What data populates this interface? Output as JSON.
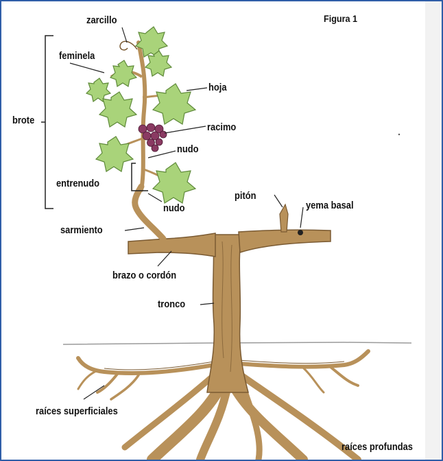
{
  "figure": {
    "title": "Figura 1"
  },
  "labels": {
    "zarcillo": "zarcillo",
    "feminela": "feminela",
    "hoja": "hoja",
    "brote": "brote",
    "racimo": "racimo",
    "nudo_upper": "nudo",
    "entrenudo": "entrenudo",
    "nudo_lower": "nudo",
    "piton": "pitón",
    "yema_basal": "yema basal",
    "sarmiento": "sarmiento",
    "brazo": "brazo o cordón",
    "tronco": "tronco",
    "raices_superficiales": "raíces superficiales",
    "raices_profundas": "raíces profundas"
  },
  "colors": {
    "wood": "#b8915a",
    "wood_dark": "#7a5a32",
    "leaf": "#a9d37a",
    "leaf_dark": "#5f8a3a",
    "grape": "#8a3a62",
    "frame": "#2f5ea8"
  }
}
